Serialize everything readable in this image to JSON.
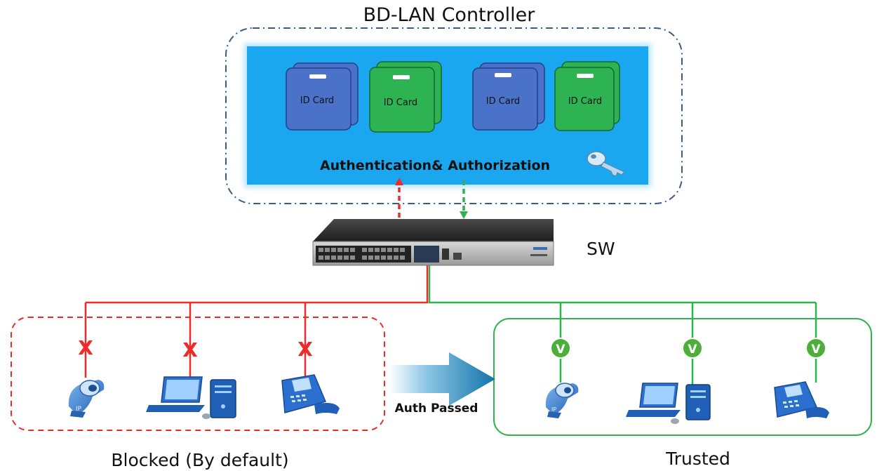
{
  "controller": {
    "title": "BD-LAN Controller",
    "card_label": "ID Card",
    "panel_label": "Authentication& Authorization"
  },
  "switch": {
    "label": "SW"
  },
  "groups": {
    "blocked_label": "Blocked (By default)",
    "trusted_label": "Trusted",
    "transition_label": "Auth Passed",
    "blocked_mark": "X",
    "trusted_mark": "V"
  },
  "colors": {
    "panel": "#1aa7ef",
    "card_blue": "#4a72c9",
    "card_green": "#2eb352",
    "blocked": "#ee2b2b",
    "trusted": "#2fb34f",
    "frame": "#3a5a8a",
    "arrow": "#1a7fb2"
  },
  "devices": [
    "ip-camera",
    "desktop-computer",
    "ip-phone"
  ]
}
